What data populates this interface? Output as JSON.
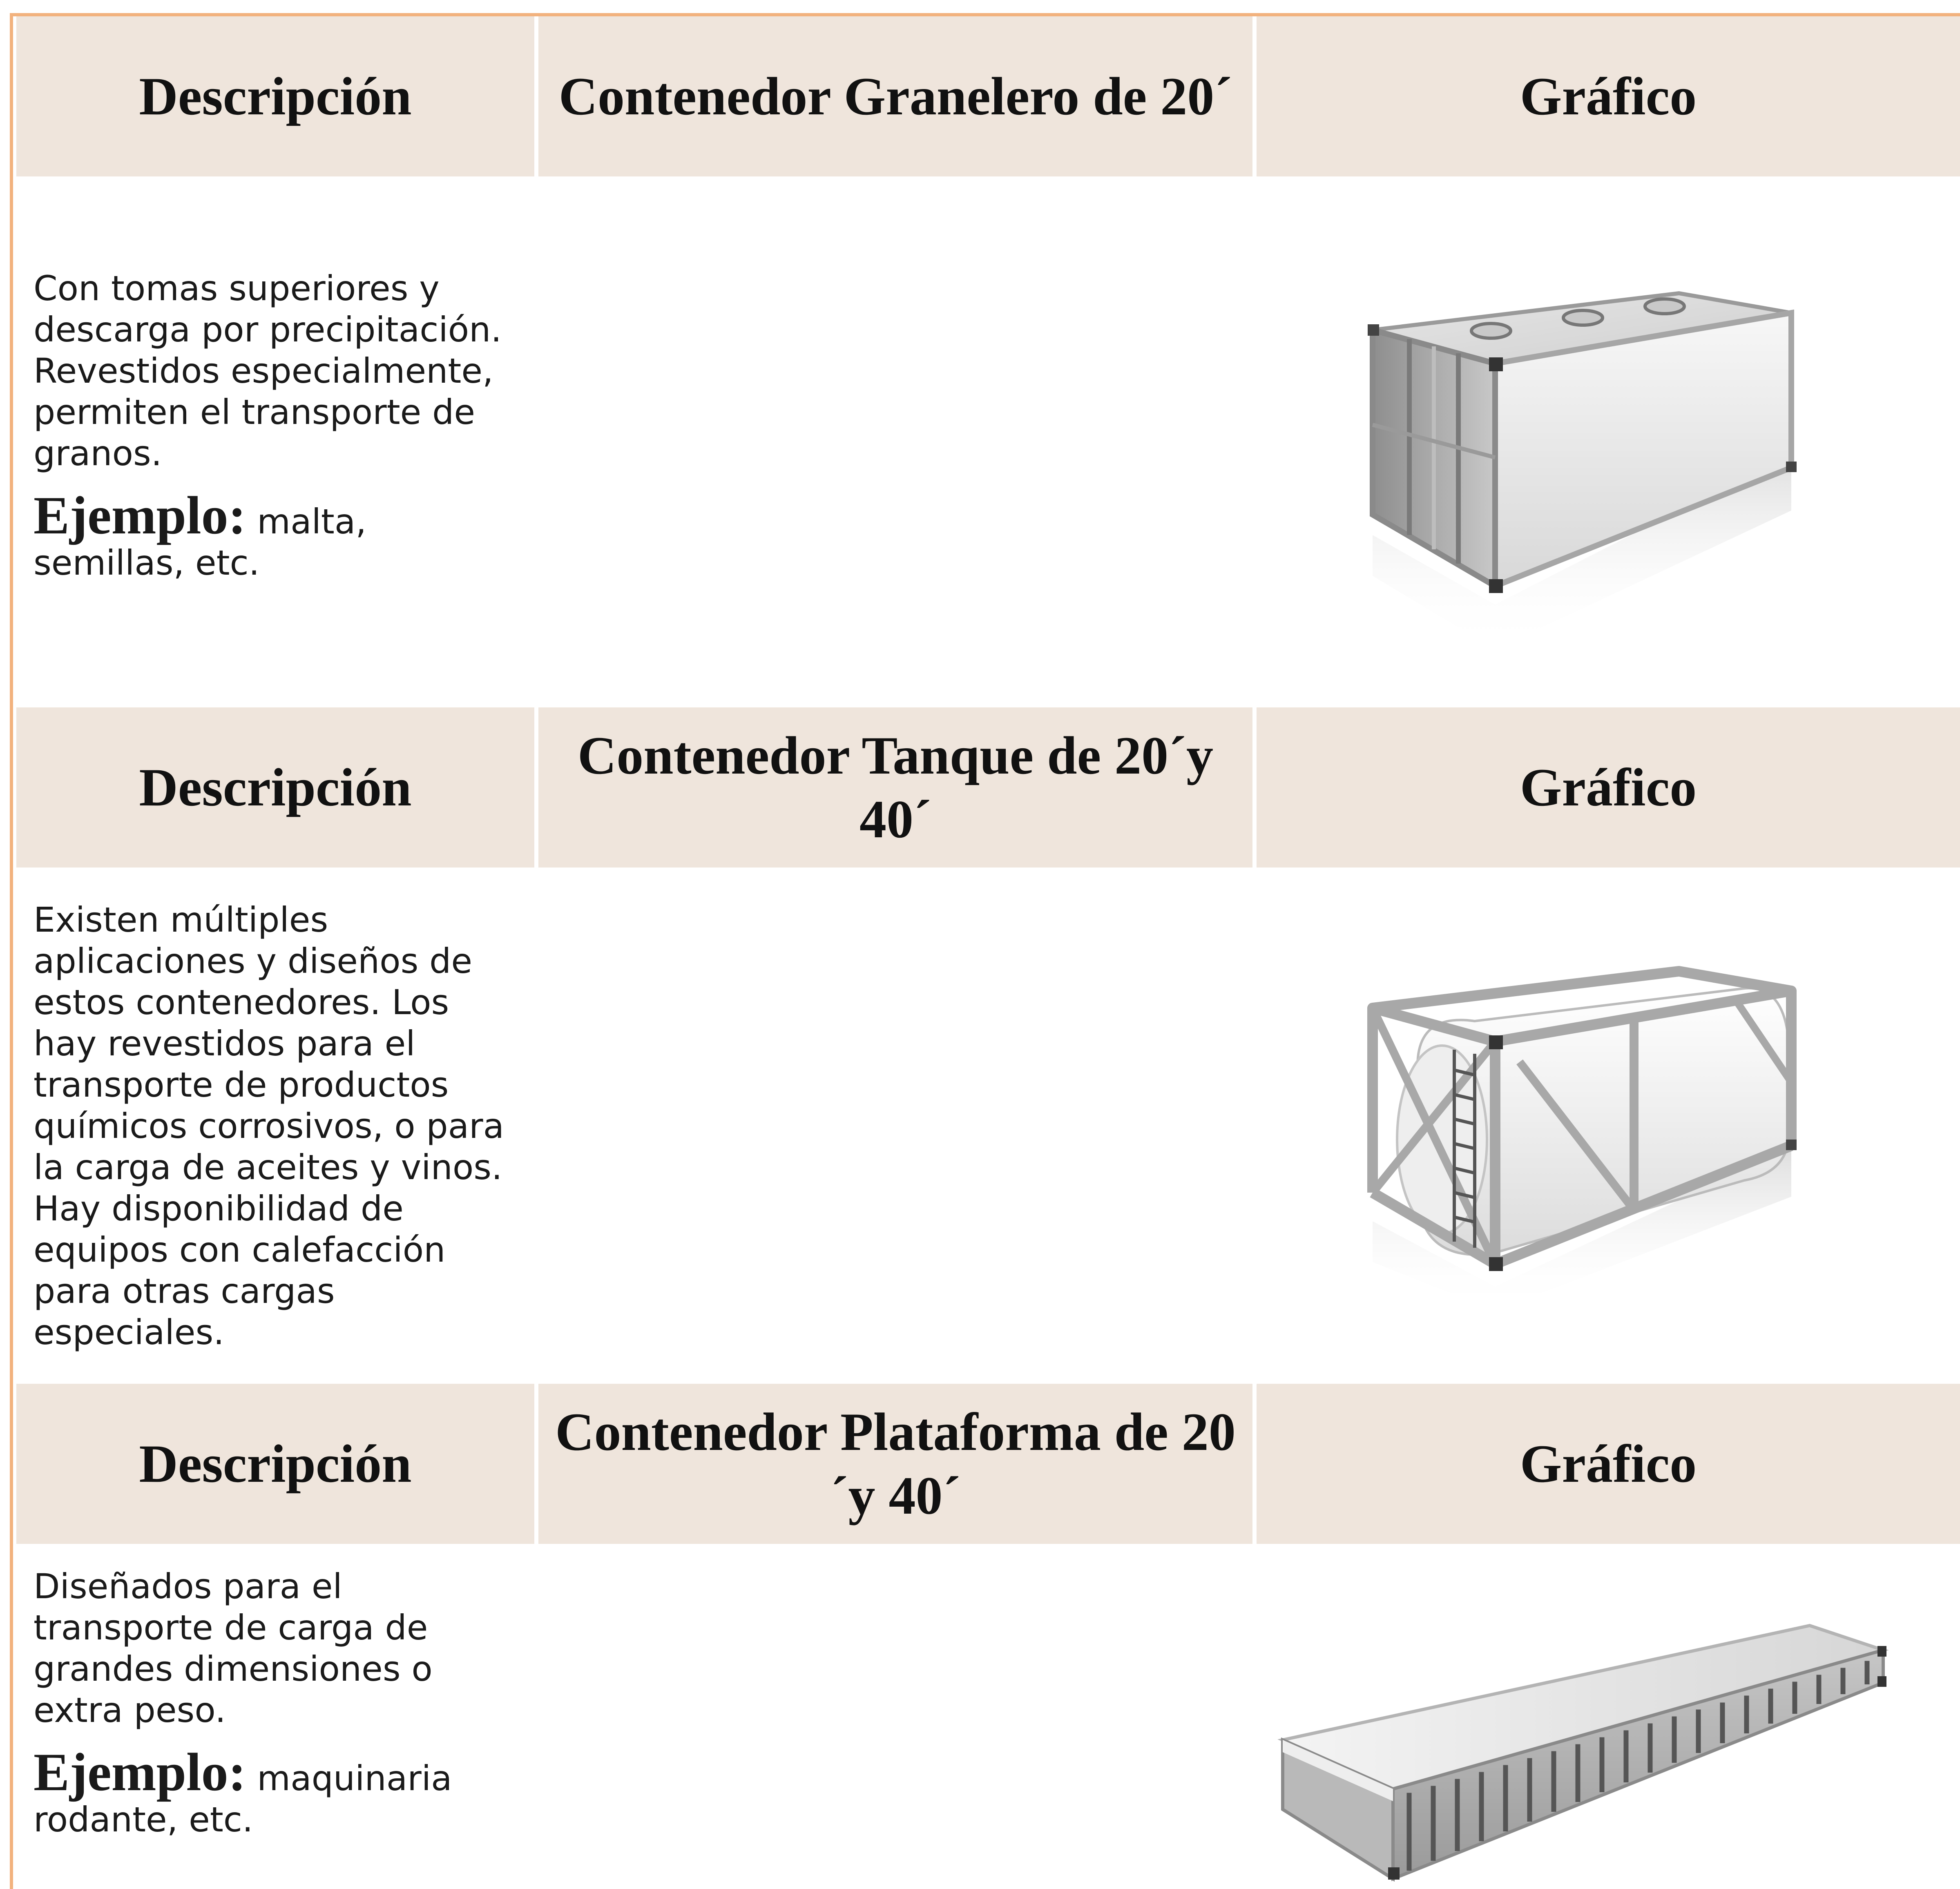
{
  "sections": [
    {
      "col_desc": "Descripción",
      "col_title": "Contenedor Granelero de 20´",
      "col_graph": "Gráfico",
      "body": "Con tomas superiores y descarga por precipitación. Revestidos especialmente, permiten el transporte de granos.",
      "example_label": "Ejemplo:",
      "example_text": " malta, semillas, etc.",
      "icon": "bulk-container-icon"
    },
    {
      "col_desc": "Descripción",
      "col_title": "Contenedor Tanque de 20´y 40´",
      "col_graph": "Gráfico",
      "body": "Existen múltiples aplicaciones y diseños de estos contenedores. Los hay revestidos para el transporte de productos químicos corrosivos, o para la carga de aceites y vinos. Hay disponibilidad de equipos con calefacción para otras cargas especiales.",
      "icon": "tank-container-icon"
    },
    {
      "col_desc": "Descripción",
      "col_title": "Contenedor Plataforma de 20´y 40´",
      "col_graph": "Gráfico",
      "body": "Diseñados para el transporte de carga de grandes dimensiones o extra peso.",
      "example_label": "Ejemplo:",
      "example_text": " maquinaria rodante, etc.",
      "icon": "flatrack-container-icon"
    }
  ]
}
